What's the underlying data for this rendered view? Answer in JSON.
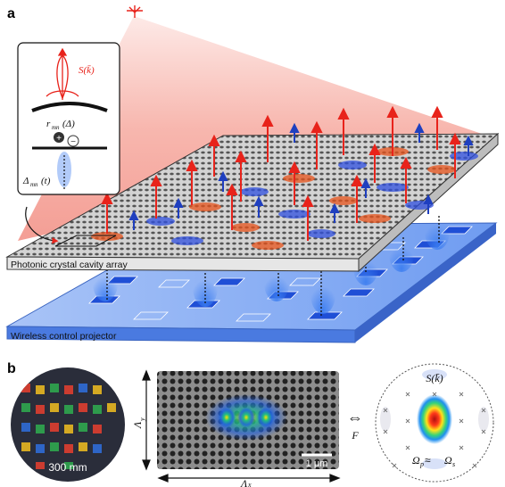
{
  "panel_a": {
    "label": "a",
    "emission_label": "S(k̄)",
    "reflectivity_label": "r",
    "reflectivity_sub": "mn",
    "reflectivity_arg": "(Δ)",
    "detuning_label": "Δ",
    "detuning_sub": "mn",
    "detuning_arg": "(t)",
    "charge_plus": "+",
    "charge_minus": "−",
    "cavity_array_label": "Photonic crystal cavity array",
    "projector_label": "Wireless control projector",
    "colors": {
      "up_arrow_red": "#e8231b",
      "down_arrow_blue": "#1f3fbf",
      "projector": "#5b8ef0",
      "cone": "#f4a49a"
    }
  },
  "panel_b": {
    "label": "b",
    "wafer_size": "300 mm",
    "lambda_y": "Λ",
    "lambda_y_sub": "y",
    "lambda_x": "Λ",
    "lambda_x_sub": "x",
    "scalebar_label": "1 μm",
    "fourier_symbol": "⇔",
    "fourier_label": "F",
    "farfield_label": "S(k̄)",
    "omega_relation_a": "Ω",
    "omega_sub_p": "p",
    "approx": " ≈ ",
    "omega_relation_b": "Ω",
    "omega_sub_s": "s"
  }
}
